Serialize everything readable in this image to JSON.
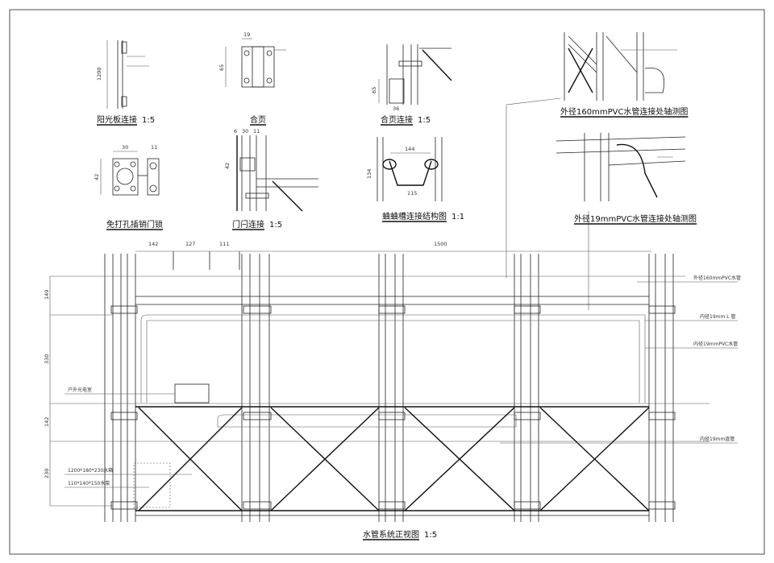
{
  "details": {
    "sunboard": {
      "title": "阳光板连接",
      "scale": "1:5",
      "dim": "1200"
    },
    "hinge": {
      "title": "合页",
      "dim_w": "19",
      "dim_h": "65"
    },
    "hinge_conn": {
      "title": "合页连接",
      "scale": "1:5",
      "dim_h": "65",
      "dim_w": "36"
    },
    "latch": {
      "title": "免打孔插销门锁",
      "dim_w": "30",
      "dim_w2": "11",
      "dim_h": "42"
    },
    "door_bolt": {
      "title": "门闩连接",
      "scale": "1:5",
      "dim_a": "6",
      "dim_b": "30",
      "dim_c": "11",
      "dim_h": "42"
    },
    "gutter": {
      "title": "蛐蛐槽连接结构图",
      "scale": "1:1",
      "dim_top": "144",
      "dim_bottom": "115",
      "dim_h": "134"
    },
    "iso_160": {
      "title": "外径160mmPVC水管连接处轴测图"
    },
    "iso_19": {
      "title": "外径19mmPVC水管连接处轴测图"
    }
  },
  "elevation": {
    "title": "水管系统正视图",
    "scale": "1:5",
    "top_dims": [
      "142",
      "127",
      "111",
      "1500"
    ],
    "left_dims": [
      "149",
      "330",
      "142",
      "230"
    ],
    "labels_right": [
      "外径160mmPVC水管",
      "内径19mm L 管",
      "内径19mmPVC水管",
      "内径19mm直管"
    ],
    "labels_left": [
      "户外光电室",
      "1200*180*230水箱",
      "110*140*150水泵"
    ]
  }
}
